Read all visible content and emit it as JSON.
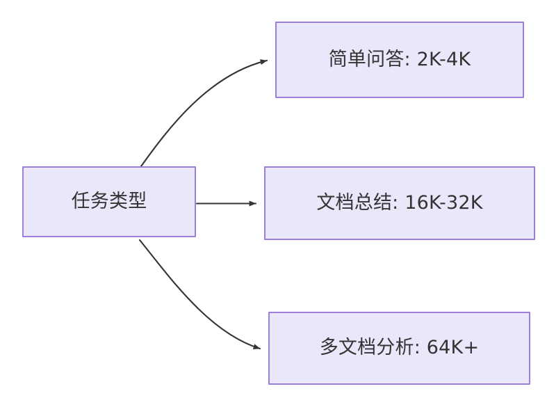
{
  "diagram": {
    "type": "flowchart",
    "direction": "left-to-right",
    "background_color": "#ffffff",
    "node_fill_color": "#eae7fa",
    "node_border_color": "#9b7fdb",
    "node_text_color": "#333333",
    "edge_color": "#333333",
    "root": {
      "id": "task-type",
      "label": "任务类型"
    },
    "branches": [
      {
        "id": "simple-qa",
        "label": "简单问答: 2K-4K",
        "task": "简单问答",
        "range": "2K-4K",
        "edge_style": "curved"
      },
      {
        "id": "doc-summary",
        "label": "文档总结: 16K-32K",
        "task": "文档总结",
        "range": "16K-32K",
        "edge_style": "straight"
      },
      {
        "id": "multi-doc",
        "label": "多文档分析: 64K+",
        "task": "多文档分析",
        "range": "64K+",
        "edge_style": "curved"
      }
    ]
  }
}
